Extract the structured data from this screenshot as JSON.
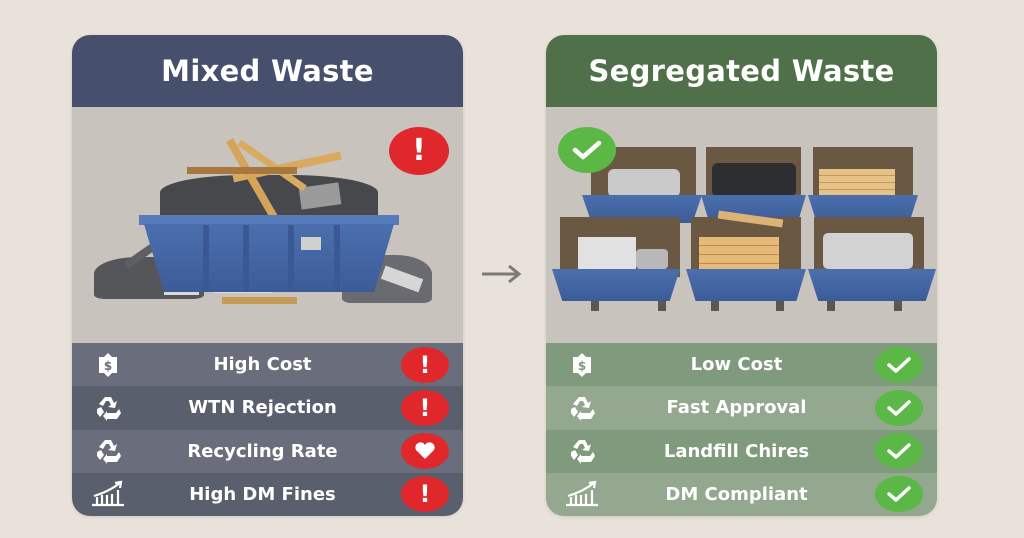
{
  "colors": {
    "background": "#e8e2da",
    "mixed_header": "#464f6b",
    "segregated_header": "#4f7048",
    "alert_red": "#e0272b",
    "ok_green": "#5cb846"
  },
  "mixed": {
    "title": "Mixed Waste",
    "image_alt": "Single blue skip overflowing with mixed construction debris: timber, metal, concrete blocks",
    "image_badge": "exclamation-icon",
    "rows": [
      {
        "icon": "dollar-icon",
        "label": "High Cost",
        "status": "exclamation-icon"
      },
      {
        "icon": "recycle-icon",
        "label": "WTN Rejection",
        "status": "exclamation-icon"
      },
      {
        "icon": "recycle-icon",
        "label": "Recycling Rate",
        "status": "heart-icon"
      },
      {
        "icon": "growth-chart-icon",
        "label": "High DM Fines",
        "status": "exclamation-icon"
      }
    ]
  },
  "transition": {
    "icon": "arrow-right-icon"
  },
  "segregated": {
    "title": "Segregated Waste",
    "image_alt": "Six blue skips each holding a single sorted material: concrete blocks, metal, timber",
    "image_badge": "checkmark-icon",
    "rows": [
      {
        "icon": "dollar-icon",
        "label": "Low Cost",
        "status": "checkmark-icon"
      },
      {
        "icon": "recycle-icon",
        "label": "Fast Approval",
        "status": "checkmark-icon"
      },
      {
        "icon": "recycle-icon",
        "label": "Landfill Chires",
        "status": "checkmark-icon"
      },
      {
        "icon": "growth-chart-icon",
        "label": "DM Compliant",
        "status": "checkmark-icon"
      }
    ]
  }
}
